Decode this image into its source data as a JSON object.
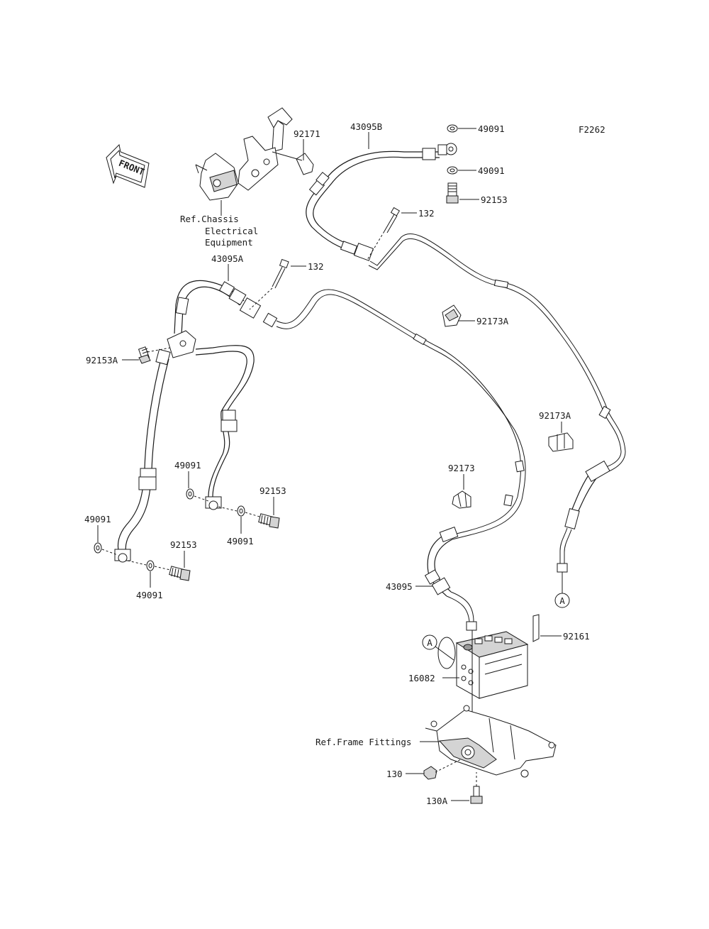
{
  "figure_code": "F2262",
  "front_arrow_label": "FRONT",
  "callout_marker": "A",
  "labels": {
    "ref_chassis_1": "Ref.Chassis",
    "ref_chassis_2": "Electrical",
    "ref_chassis_3": "Equipment",
    "ref_frame": "Ref.Frame Fittings",
    "p92171": "92171",
    "p43095B": "43095B",
    "p49091_top1": "49091",
    "p49091_top2": "49091",
    "p92153_top": "92153",
    "p132_a": "132",
    "p43095A": "43095A",
    "p132_b": "132",
    "p92173A_a": "92173A",
    "p92153A": "92153A",
    "p92173A_b": "92173A",
    "p92173": "92173",
    "p49091_l1": "49091",
    "p92153_l1": "92153",
    "p49091_l2": "49091",
    "p49091_l3": "49091",
    "p92153_l2": "92153",
    "p49091_l4": "49091",
    "p43095": "43095",
    "p92161": "92161",
    "p16082": "16082",
    "p130": "130",
    "p130A": "130A"
  }
}
